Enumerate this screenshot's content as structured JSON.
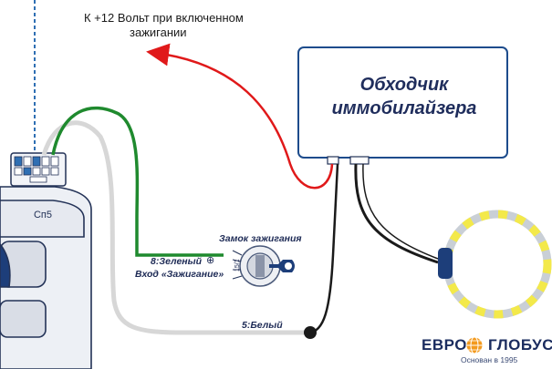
{
  "labels": {
    "top_label_line1": "К +12 Вольт при включенном",
    "top_label_line2": "зажигании",
    "box_title_line1": "Обходчик",
    "box_title_line2": "иммобилайзера",
    "connector_label": "Сп5",
    "lock_label": "Замок зажигания",
    "green_wire_label": "8:Зеленый",
    "green_wire_symbol": "⊕",
    "ign_input_label": "Вход «Зажигание»",
    "white_wire_label": "5:Белый",
    "switch_pin_label": "15/1"
  },
  "logo": {
    "left_text": "ЕВРО",
    "right_text": "ГЛОБУС",
    "subtitle": "Основан в 1995"
  },
  "colors": {
    "red_wire": "#e0191a",
    "green_wire": "#1f8a2e",
    "white_wire": "#d7d7d7",
    "black_wire": "#1a1a1a",
    "box_border": "#1d4c8c",
    "antenna_ring": "#c9cfd6",
    "antenna_dashes": "#f3e94a",
    "connector_blue": "#2f6fb3",
    "logo_blue": "#1b2c5f",
    "logo_orange": "#f39a1e"
  }
}
